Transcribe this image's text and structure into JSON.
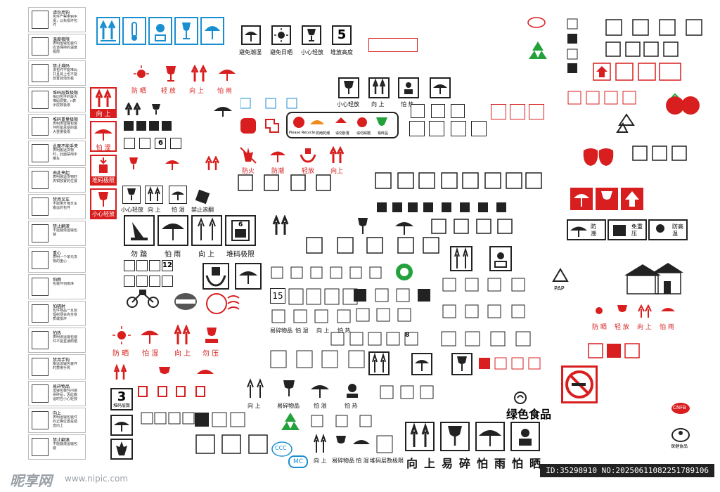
{
  "left_column": {
    "items": [
      {
        "title": "请勿用钩",
        "desc": "包件严禁用钩手提，以免损坏包件"
      },
      {
        "title": "温度极限",
        "desc": "表明运输包装件应该保持的温度极限"
      },
      {
        "title": "禁止堆码",
        "desc": "该包件不能堆码并且其上也不能放置其他负载"
      },
      {
        "title": "堆码层数极限",
        "desc": "相同包件的最大堆码层数，n表示层数极限"
      },
      {
        "title": "堆码重量极限",
        "desc": "表明该运输包装件所能承受的最大重量极限"
      },
      {
        "title": "此面不能手夹",
        "desc": "表明搬运货物时，此面禁用手推车"
      },
      {
        "title": "由此夹起",
        "desc": "表明装运货物时夹钳放置的位置"
      },
      {
        "title": "禁用叉车",
        "desc": "不能用升降叉车搬运的包件"
      },
      {
        "title": "禁止翻滚",
        "desc": "不能翻滚运输包装"
      },
      {
        "title": "重心",
        "desc": "表明一个单元货物的重心"
      },
      {
        "title": "怕雨",
        "desc": "包装件怕雨淋"
      },
      {
        "title": "怕辐射",
        "desc": "包件物品一旦受辐射便会完全变质或损坏"
      },
      {
        "title": "怕热",
        "desc": "表明该运输包装件不能直接照晒"
      },
      {
        "title": "禁用手钩",
        "desc": "搬运运输包装件时禁用手钩"
      },
      {
        "title": "易碎物品",
        "desc": "运输包装件内装易碎品，因此搬运时应小心轻放"
      },
      {
        "title": "向上",
        "desc": "表明运输包装件的正确位置是竖直向上"
      },
      {
        "title": "禁止翻滚",
        "desc": "不能翻滚运输包装"
      }
    ]
  },
  "top_blue": {
    "labels": [
      "",
      "",
      "",
      "",
      ""
    ]
  },
  "top_row_captions": [
    "避免潮湿",
    "避免日晒",
    "小心轻放",
    "堆放高度"
  ],
  "top_row_number": "5",
  "red_row1": [
    "防 晒",
    "轻 放",
    "向 上",
    "怕 雨"
  ],
  "red_left_tall": [
    "向 上",
    "怕 湿",
    "堆码极限",
    "小心轻放"
  ],
  "mid_icons_captions": [
    "小心轻放",
    "向 上",
    "怕 热"
  ],
  "recycle_strip": [
    "Please Recycle",
    "防雨防潮",
    "请勿卧置",
    "请勿踩踏",
    "易碎品"
  ],
  "red_row2": [
    "防火",
    "防潮",
    "轻放",
    "向上"
  ],
  "small_row_captions": [
    "小心轻放",
    "向 上",
    "怕 湿",
    "禁止滚翻"
  ],
  "big_row_captions": [
    "勿 踏",
    "怕 雨",
    "向 上",
    "堆码极限"
  ],
  "big_row_number": "6",
  "red_row3": [
    "防 晒",
    "怕 湿",
    "向 上",
    "勿 压"
  ],
  "center_grid_captions": [
    "易碎物品",
    "怕 湿",
    "向 上",
    "怕 热"
  ],
  "bottom_mid_captions": [
    "向 上",
    "易碎物品",
    "怕 湿",
    "怕 热"
  ],
  "bottom_row_captions": [
    "向 上",
    "易碎物品",
    "怕 湿",
    "堆码层数极限"
  ],
  "big_bottom_caption": "向上易碎怕雨怕晒",
  "green_food": "绿色食品",
  "right_captions": [
    "防 晒",
    "轻 放",
    "向 上",
    "怕 雨"
  ],
  "right_caption2": [
    "防 潮",
    "免重压",
    "防高温"
  ],
  "right_red": [
    "防 晒",
    "轻 放",
    "向 上",
    "怕 雨"
  ],
  "pap_label": "PAP",
  "number_labels": {
    "n15": "15",
    "n12": "12",
    "n8": "8",
    "n6": "6",
    "n3": "3",
    "n5": "5"
  },
  "stack_label": "堆码层数",
  "cnfb": "CNFB",
  "ccc": "CCC",
  "mc": "MC",
  "bottom_right_logo": "保健食品",
  "watermark": {
    "brand": "昵享网",
    "url": "www.nipic.com",
    "id": "ID:35298910 NO:20250611082251789106"
  },
  "colors": {
    "red": "#d81e1e",
    "blue": "#1a8fd0",
    "green": "#23a13a",
    "black": "#222222"
  }
}
